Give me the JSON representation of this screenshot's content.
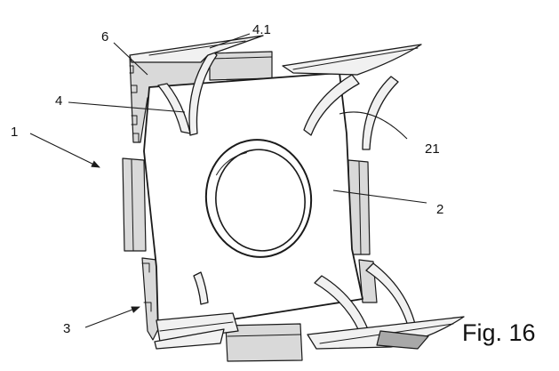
{
  "figure": {
    "caption": "Fig. 16",
    "labels": {
      "ref_1": "1",
      "ref_2": "2",
      "ref_3": "3",
      "ref_4": "4",
      "ref_4_1": "4.1",
      "ref_6": "6",
      "ref_21": "21"
    }
  },
  "colors": {
    "line": "#1a1a1a",
    "background": "#ffffff",
    "shade_light": "#d9d9d9",
    "shade_dark": "#a8a8a8"
  }
}
